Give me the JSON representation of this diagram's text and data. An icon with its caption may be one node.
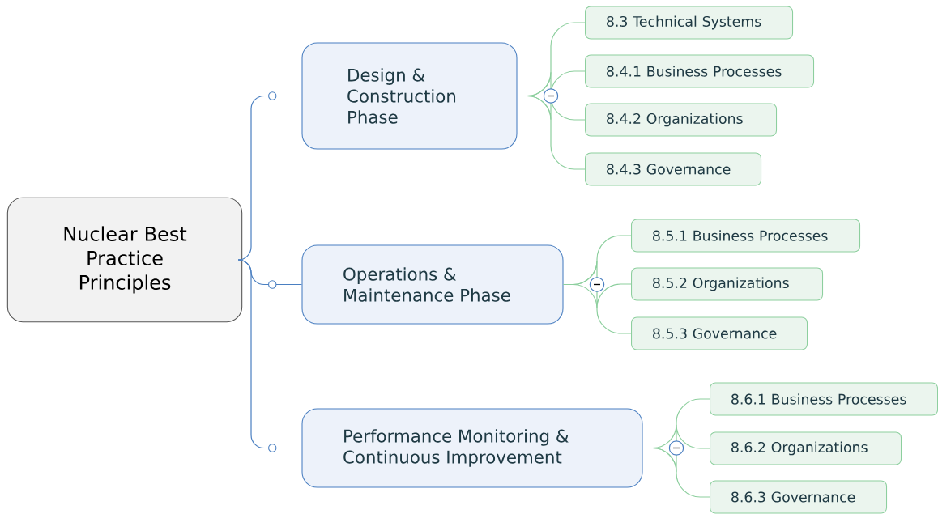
{
  "diagram": {
    "nodes": [
      {
        "text": [
          "Nuclear Best Practice Principles"
        ]
      },
      {
        "text": [
          "Design & Construction Phase"
        ]
      },
      {
        "text": [
          "Operations & Maintenance Phase"
        ]
      },
      {
        "text": [
          "Performance Monitoring & Continuous Improvement"
        ]
      },
      {
        "text": [
          "8.3 Technical Systems"
        ]
      },
      {
        "text": [
          "8.4.1 Business Processes"
        ]
      },
      {
        "text": [
          "8.4.2 Organizations"
        ]
      },
      {
        "text": [
          "8.4.3 Governance"
        ]
      },
      {
        "text": [
          "8.5.1 Business Processes"
        ]
      },
      {
        "text": [
          "8.5.2 Organizations"
        ]
      },
      {
        "text": [
          "8.5.3 Governance"
        ]
      },
      {
        "text": [
          "8.6.1 Business Processes"
        ]
      },
      {
        "text": [
          "8.6.2 Organizations"
        ]
      },
      {
        "text": [
          "8.6.3 Governance"
        ]
      }
    ],
    "edges": [
      {
        "from": 0,
        "to": 1,
        "arrow": "none",
        "color": "#4a7fc1"
      },
      {
        "from": 0,
        "to": 2,
        "arrow": "none",
        "color": "#4a7fc1"
      },
      {
        "from": 0,
        "to": 3,
        "arrow": "none",
        "color": "#4a7fc1"
      },
      {
        "from": 1,
        "to": 4,
        "arrow": "none"
      },
      {
        "from": 1,
        "to": 5,
        "arrow": "none"
      },
      {
        "from": 1,
        "to": 6,
        "arrow": "none"
      },
      {
        "from": 1,
        "to": 7,
        "arrow": "none"
      },
      {
        "from": 2,
        "to": 8,
        "arrow": "none"
      },
      {
        "from": 2,
        "to": 9,
        "arrow": "none"
      },
      {
        "from": 2,
        "to": 10,
        "arrow": "none"
      },
      {
        "from": 3,
        "to": 11,
        "arrow": "none"
      },
      {
        "from": 3,
        "to": 12,
        "arrow": "none"
      },
      {
        "from": 3,
        "to": 13,
        "arrow": "none"
      }
    ]
  }
}
